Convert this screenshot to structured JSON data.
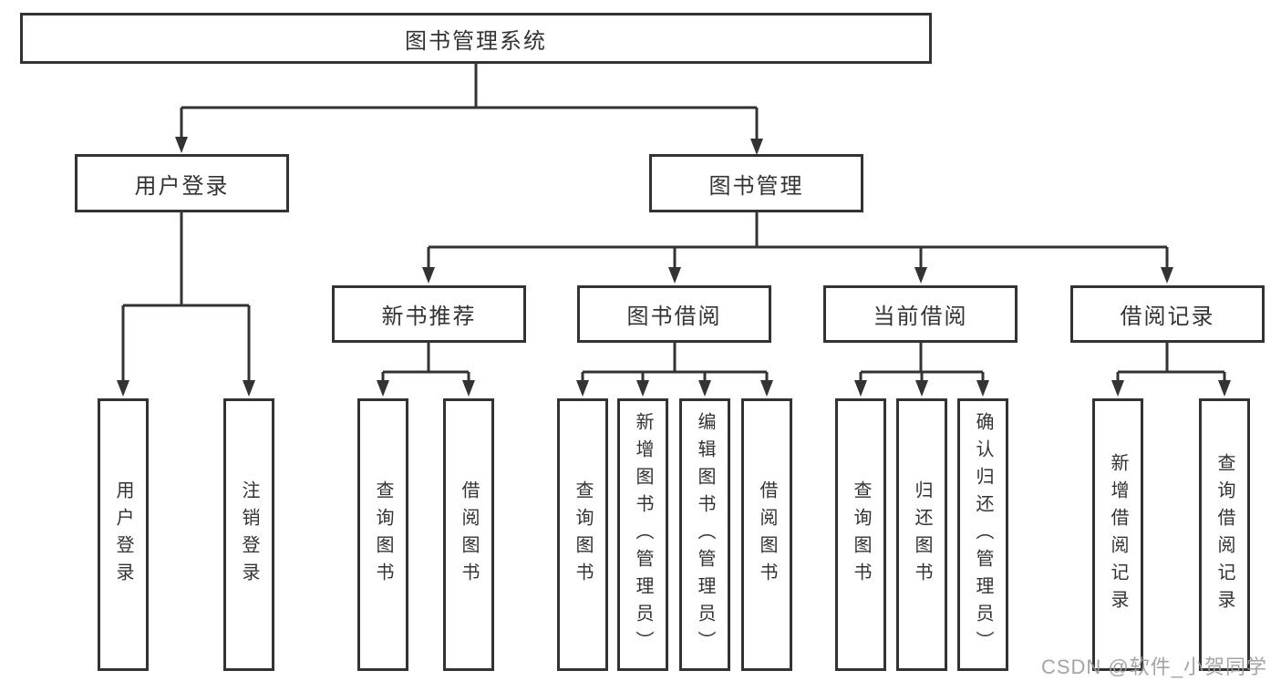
{
  "diagram": {
    "root_label": "图书管理系统",
    "level2": [
      {
        "label": "用户登录",
        "children": [
          {
            "label": "用户登录"
          },
          {
            "label": "注销登录"
          }
        ]
      },
      {
        "label": "图书管理",
        "children": [
          {
            "label": "新书推荐",
            "children": [
              {
                "label": "查询图书"
              },
              {
                "label": "借阅图书"
              }
            ]
          },
          {
            "label": "图书借阅",
            "children": [
              {
                "label": "查询图书"
              },
              {
                "label": "新增图书（管理员）"
              },
              {
                "label": "编辑图书（管理员）"
              },
              {
                "label": "借阅图书"
              }
            ]
          },
          {
            "label": "当前借阅",
            "children": [
              {
                "label": "查询图书"
              },
              {
                "label": "归还图书"
              },
              {
                "label": "确认归还（管理员）"
              }
            ]
          },
          {
            "label": "借阅记录",
            "children": [
              {
                "label": "新增借阅记录"
              },
              {
                "label": "查询借阅记录"
              }
            ]
          }
        ]
      }
    ]
  },
  "watermark": {
    "text": "CSDN @软件_小贺同学"
  },
  "colors": {
    "line": "#333333",
    "text": "#333333",
    "box_background": "#ffffff",
    "page_background": "#ffffff",
    "watermark": "#9b9b9b"
  }
}
